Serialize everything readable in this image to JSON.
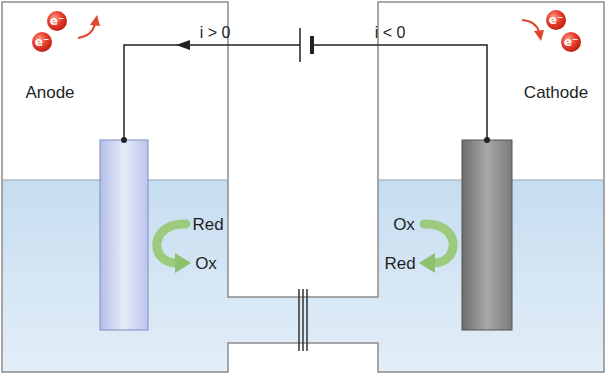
{
  "diagram": {
    "labels": [
      "e⁻",
      "e⁻",
      "i > 0",
      "i < 0",
      "e⁻",
      "e⁻",
      "Anode",
      "Cathode",
      "Red",
      "Ox",
      "Ox",
      "Red"
    ]
  }
}
